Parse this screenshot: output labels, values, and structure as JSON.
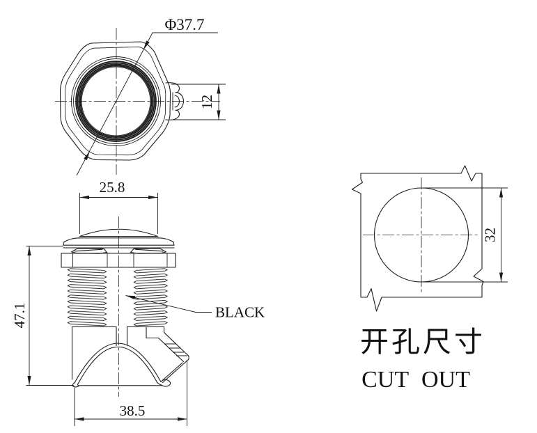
{
  "drawing": {
    "views": {
      "top": {
        "diameter_label": "Φ37.7",
        "tab_height": "12"
      },
      "front": {
        "cap_width": "25.8",
        "body_height": "47.1",
        "base_width": "38.5",
        "color_note": "BLACK"
      },
      "cutout": {
        "hole_height": "32",
        "title_zh": "开孔尺寸",
        "title_en": "CUT OUT"
      }
    },
    "colors": {
      "ink": "#1c1c1c",
      "background": "#ffffff"
    }
  }
}
